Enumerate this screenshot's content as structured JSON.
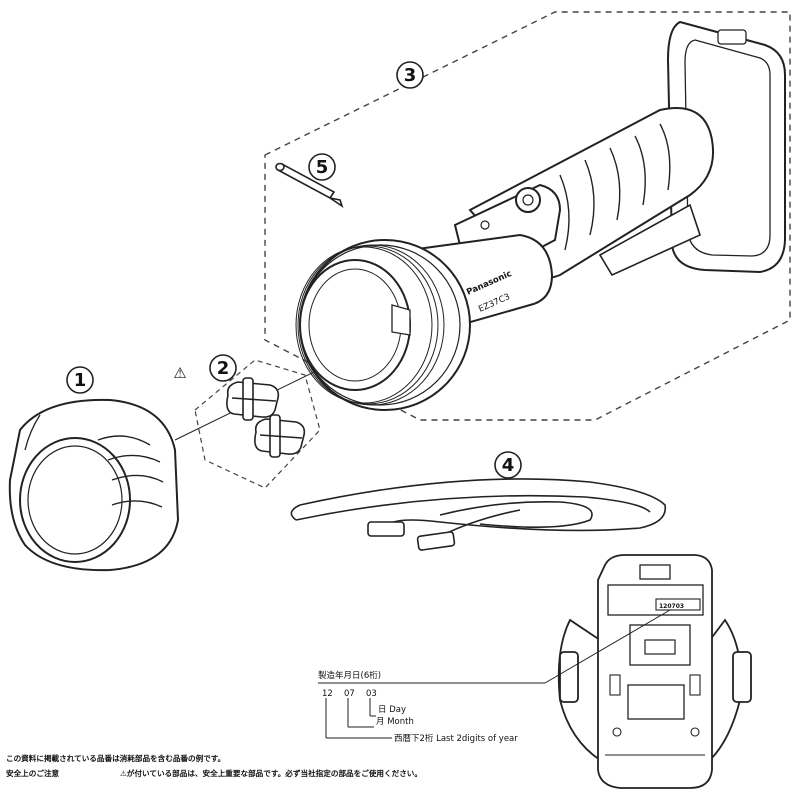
{
  "parts": [
    {
      "number": "1"
    },
    {
      "number": "2",
      "warning_symbol": "⚠"
    },
    {
      "number": "3"
    },
    {
      "number": "4"
    },
    {
      "number": "5"
    }
  ],
  "flashlight": {
    "brand_label": "Panasonic",
    "model_label": "EZ37C3"
  },
  "date_code": {
    "heading": "製造年月日(6桁)",
    "digits": [
      "12",
      "07",
      "03"
    ],
    "day_label": "日 Day",
    "month_label": "月 Month",
    "year_label": "西暦下2桁 Last 2digits of year",
    "plate_code": "120703"
  },
  "footer_notes": {
    "line1": "この資料に掲載されている品番は消耗部品を含む品番の例です。",
    "line2_prefix": "安全上のご注意",
    "line2_text": "⚠が付いている部品は、安全上重要な部品です。必ず当社指定の部品をご使用ください。"
  },
  "colors": {
    "line": "#222222",
    "dash": "#444444",
    "background": "#ffffff"
  }
}
